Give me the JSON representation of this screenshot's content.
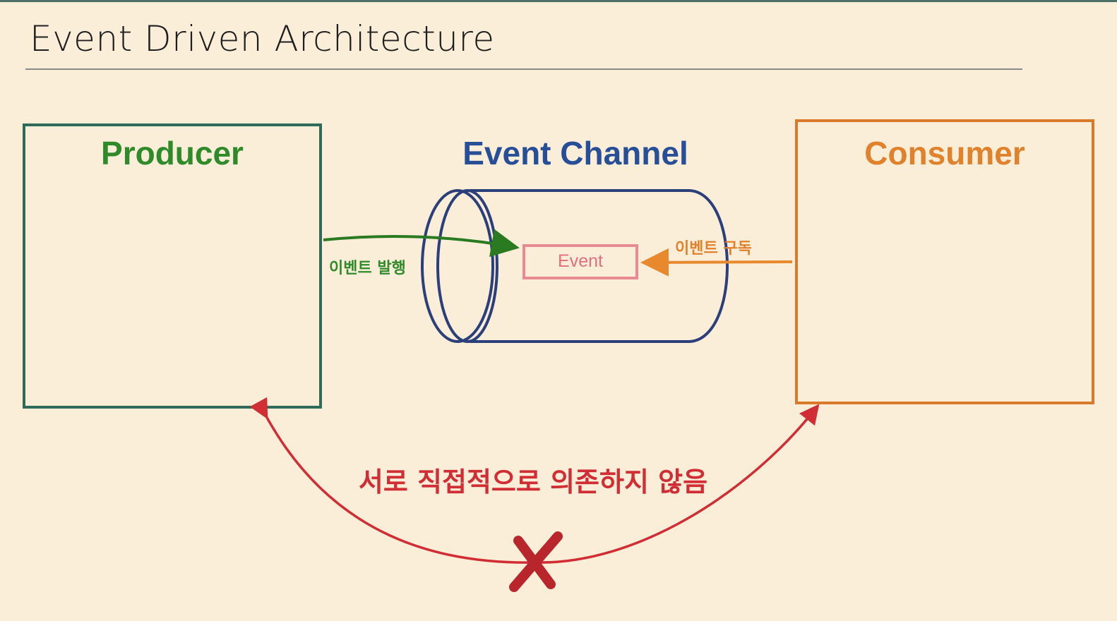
{
  "slide": {
    "title": "Event Driven Architecture"
  },
  "producer": {
    "label": "Producer"
  },
  "consumer": {
    "label": "Consumer"
  },
  "channel": {
    "label": "Event Channel",
    "event_label": "Event"
  },
  "arrows": {
    "publish_label": "이벤트 발행",
    "subscribe_label": "이벤트 구독",
    "decouple_label": "서로 직접적으로 의존하지 않음"
  },
  "colors": {
    "producer": "#2f8a2a",
    "producer_border": "#2f6a5a",
    "consumer": "#e0822c",
    "channel": "#264f97",
    "event": "#e26f7a",
    "decouple": "#d12d34",
    "background": "#fbeed9"
  },
  "icons": {
    "no_dependency_mark": "x-mark-icon"
  }
}
